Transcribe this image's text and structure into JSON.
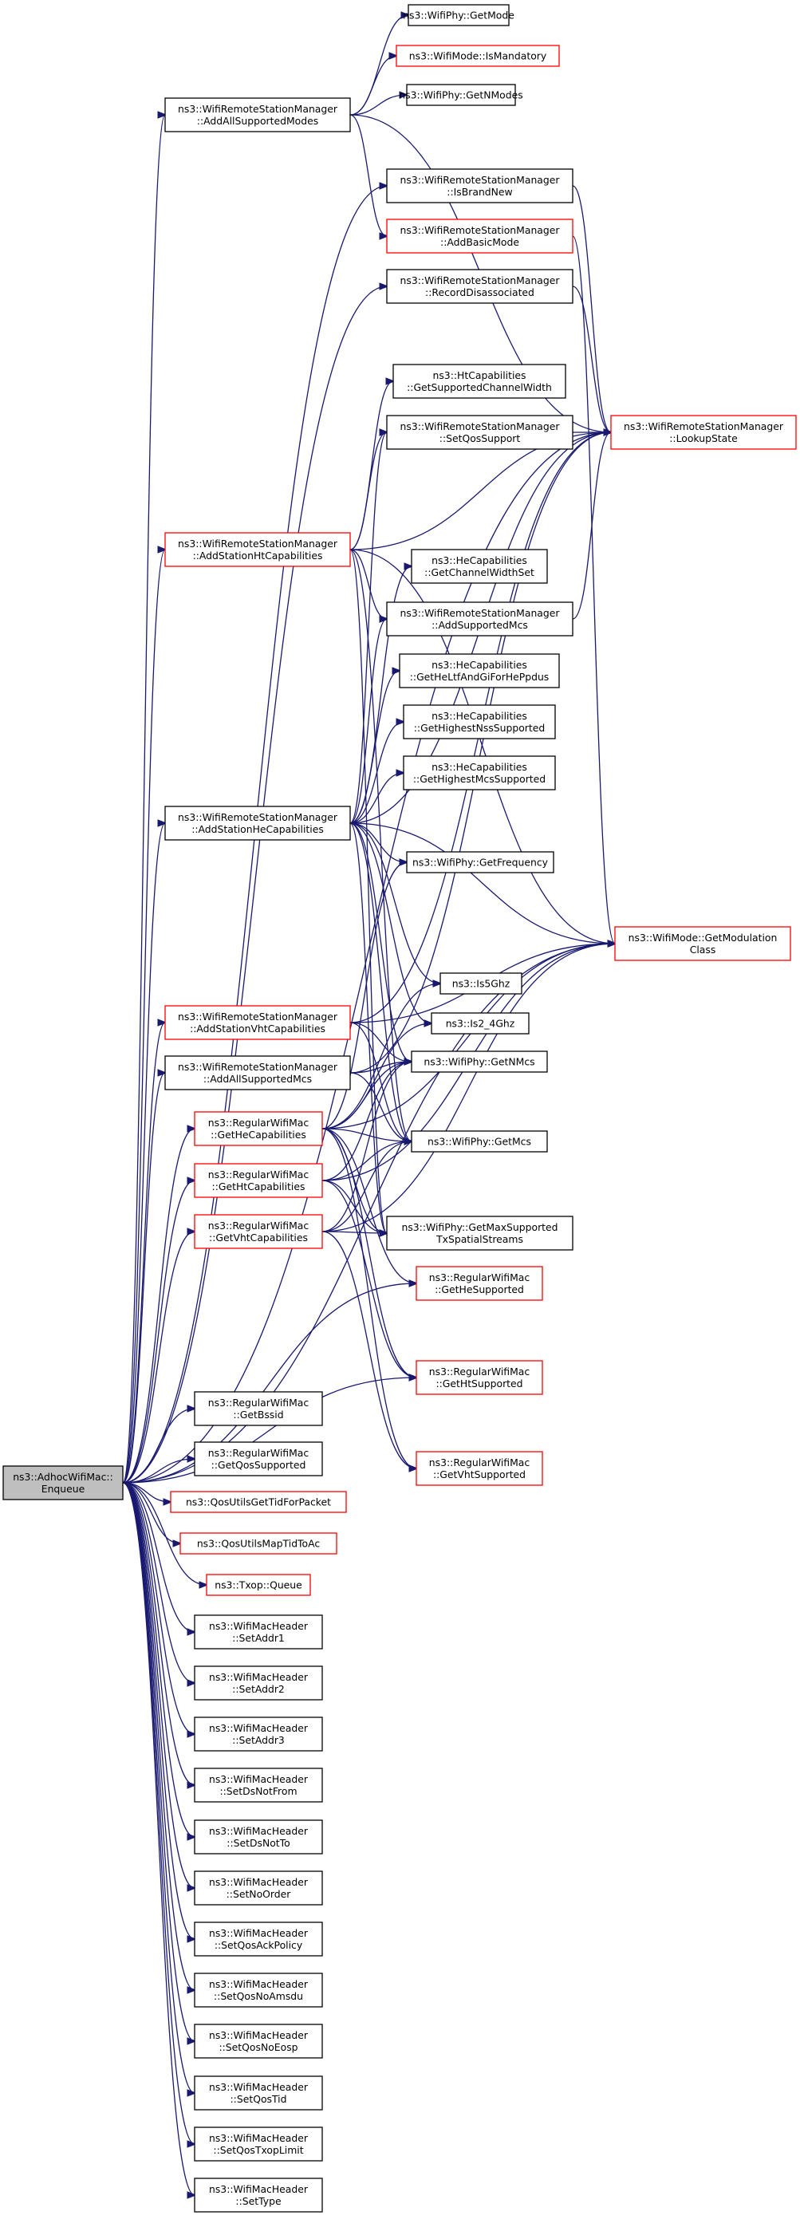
{
  "colors": {
    "edge": "#191970",
    "node_border": "#000000",
    "truncated_border": "#ff0000",
    "root_fill": "#bfbfbf",
    "node_fill": "#ffffff"
  },
  "nodes": [
    {
      "id": "root",
      "lines": [
        "ns3::AdhocWifiMac::",
        "Enqueue"
      ],
      "style": "root"
    },
    {
      "id": "addAllSupportedModes",
      "lines": [
        "ns3::WifiRemoteStationManager",
        "::AddAllSupportedModes"
      ],
      "style": "normal"
    },
    {
      "id": "getMode",
      "lines": [
        "ns3::WifiPhy::GetMode"
      ],
      "style": "normal"
    },
    {
      "id": "isMandatory",
      "lines": [
        "ns3::WifiMode::IsMandatory"
      ],
      "style": "truncated"
    },
    {
      "id": "getNModes",
      "lines": [
        "ns3::WifiPhy::GetNModes"
      ],
      "style": "normal"
    },
    {
      "id": "isBrandNew",
      "lines": [
        "ns3::WifiRemoteStationManager",
        "::IsBrandNew"
      ],
      "style": "normal"
    },
    {
      "id": "addBasicMode",
      "lines": [
        "ns3::WifiRemoteStationManager",
        "::AddBasicMode"
      ],
      "style": "truncated"
    },
    {
      "id": "recordDisassociated",
      "lines": [
        "ns3::WifiRemoteStationManager",
        "::RecordDisassociated"
      ],
      "style": "normal"
    },
    {
      "id": "getSupportedChannelWidth",
      "lines": [
        "ns3::HtCapabilities",
        "::GetSupportedChannelWidth"
      ],
      "style": "normal"
    },
    {
      "id": "setQosSupport",
      "lines": [
        "ns3::WifiRemoteStationManager",
        "::SetQosSupport"
      ],
      "style": "normal"
    },
    {
      "id": "lookupState",
      "lines": [
        "ns3::WifiRemoteStationManager",
        "::LookupState"
      ],
      "style": "truncated"
    },
    {
      "id": "addStationHtCapabilities",
      "lines": [
        "ns3::WifiRemoteStationManager",
        "::AddStationHtCapabilities"
      ],
      "style": "truncated"
    },
    {
      "id": "getChannelWidthSet",
      "lines": [
        "ns3::HeCapabilities",
        "::GetChannelWidthSet"
      ],
      "style": "normal"
    },
    {
      "id": "addSupportedMcs",
      "lines": [
        "ns3::WifiRemoteStationManager",
        "::AddSupportedMcs"
      ],
      "style": "normal"
    },
    {
      "id": "getHeLtf",
      "lines": [
        "ns3::HeCapabilities",
        "::GetHeLtfAndGiForHePpdus"
      ],
      "style": "normal"
    },
    {
      "id": "getHighestNss",
      "lines": [
        "ns3::HeCapabilities",
        "::GetHighestNssSupported"
      ],
      "style": "normal"
    },
    {
      "id": "getHighestMcs",
      "lines": [
        "ns3::HeCapabilities",
        "::GetHighestMcsSupported"
      ],
      "style": "normal"
    },
    {
      "id": "addStationHeCapabilities",
      "lines": [
        "ns3::WifiRemoteStationManager",
        "::AddStationHeCapabilities"
      ],
      "style": "normal"
    },
    {
      "id": "getFrequency",
      "lines": [
        "ns3::WifiPhy::GetFrequency"
      ],
      "style": "normal"
    },
    {
      "id": "getModulationClass",
      "lines": [
        "ns3::WifiMode::GetModulation",
        "Class"
      ],
      "style": "truncated"
    },
    {
      "id": "is5Ghz",
      "lines": [
        "ns3::Is5Ghz"
      ],
      "style": "normal"
    },
    {
      "id": "addStationVhtCapabilities",
      "lines": [
        "ns3::WifiRemoteStationManager",
        "::AddStationVhtCapabilities"
      ],
      "style": "truncated"
    },
    {
      "id": "is2_4Ghz",
      "lines": [
        "ns3::Is2_4Ghz"
      ],
      "style": "normal"
    },
    {
      "id": "addAllSupportedMcs",
      "lines": [
        "ns3::WifiRemoteStationManager",
        "::AddAllSupportedMcs"
      ],
      "style": "normal"
    },
    {
      "id": "getNMcs",
      "lines": [
        "ns3::WifiPhy::GetNMcs"
      ],
      "style": "normal"
    },
    {
      "id": "getHeCapabilities",
      "lines": [
        "ns3::RegularWifiMac",
        "::GetHeCapabilities"
      ],
      "style": "truncated"
    },
    {
      "id": "getMcs",
      "lines": [
        "ns3::WifiPhy::GetMcs"
      ],
      "style": "normal"
    },
    {
      "id": "getHtCapabilities",
      "lines": [
        "ns3::RegularWifiMac",
        "::GetHtCapabilities"
      ],
      "style": "truncated"
    },
    {
      "id": "getMaxSupportedTx",
      "lines": [
        "ns3::WifiPhy::GetMaxSupported",
        "TxSpatialStreams"
      ],
      "style": "normal"
    },
    {
      "id": "getVhtCapabilities",
      "lines": [
        "ns3::RegularWifiMac",
        "::GetVhtCapabilities"
      ],
      "style": "truncated"
    },
    {
      "id": "getHeSupported",
      "lines": [
        "ns3::RegularWifiMac",
        "::GetHeSupported"
      ],
      "style": "truncated"
    },
    {
      "id": "getHtSupported",
      "lines": [
        "ns3::RegularWifiMac",
        "::GetHtSupported"
      ],
      "style": "truncated"
    },
    {
      "id": "getBssid",
      "lines": [
        "ns3::RegularWifiMac",
        "::GetBssid"
      ],
      "style": "normal"
    },
    {
      "id": "getVhtSupported",
      "lines": [
        "ns3::RegularWifiMac",
        "::GetVhtSupported"
      ],
      "style": "truncated"
    },
    {
      "id": "getQosSupported",
      "lines": [
        "ns3::RegularWifiMac",
        "::GetQosSupported"
      ],
      "style": "normal"
    },
    {
      "id": "qosUtilsGetTid",
      "lines": [
        "ns3::QosUtilsGetTidForPacket"
      ],
      "style": "truncated"
    },
    {
      "id": "qosUtilsMapTid",
      "lines": [
        "ns3::QosUtilsMapTidToAc"
      ],
      "style": "truncated"
    },
    {
      "id": "txopQueue",
      "lines": [
        "ns3::Txop::Queue"
      ],
      "style": "truncated"
    },
    {
      "id": "setAddr1",
      "lines": [
        "ns3::WifiMacHeader",
        "::SetAddr1"
      ],
      "style": "normal"
    },
    {
      "id": "setAddr2",
      "lines": [
        "ns3::WifiMacHeader",
        "::SetAddr2"
      ],
      "style": "normal"
    },
    {
      "id": "setAddr3",
      "lines": [
        "ns3::WifiMacHeader",
        "::SetAddr3"
      ],
      "style": "normal"
    },
    {
      "id": "setDsNotFrom",
      "lines": [
        "ns3::WifiMacHeader",
        "::SetDsNotFrom"
      ],
      "style": "normal"
    },
    {
      "id": "setDsNotTo",
      "lines": [
        "ns3::WifiMacHeader",
        "::SetDsNotTo"
      ],
      "style": "normal"
    },
    {
      "id": "setNoOrder",
      "lines": [
        "ns3::WifiMacHeader",
        "::SetNoOrder"
      ],
      "style": "normal"
    },
    {
      "id": "setQosAckPolicy",
      "lines": [
        "ns3::WifiMacHeader",
        "::SetQosAckPolicy"
      ],
      "style": "normal"
    },
    {
      "id": "setQosNoAmsdu",
      "lines": [
        "ns3::WifiMacHeader",
        "::SetQosNoAmsdu"
      ],
      "style": "normal"
    },
    {
      "id": "setQosNoEosp",
      "lines": [
        "ns3::WifiMacHeader",
        "::SetQosNoEosp"
      ],
      "style": "normal"
    },
    {
      "id": "setQosTid",
      "lines": [
        "ns3::WifiMacHeader",
        "::SetQosTid"
      ],
      "style": "normal"
    },
    {
      "id": "setQosTxopLimit",
      "lines": [
        "ns3::WifiMacHeader",
        "::SetQosTxopLimit"
      ],
      "style": "normal"
    },
    {
      "id": "setType",
      "lines": [
        "ns3::WifiMacHeader",
        "::SetType"
      ],
      "style": "normal"
    }
  ],
  "edges": [
    [
      "root",
      "addAllSupportedModes"
    ],
    [
      "root",
      "isBrandNew"
    ],
    [
      "root",
      "recordDisassociated"
    ],
    [
      "root",
      "lookupState"
    ],
    [
      "root",
      "addStationHtCapabilities"
    ],
    [
      "root",
      "addStationHeCapabilities"
    ],
    [
      "root",
      "addStationVhtCapabilities"
    ],
    [
      "root",
      "addAllSupportedMcs"
    ],
    [
      "root",
      "getHeCapabilities"
    ],
    [
      "root",
      "getHtCapabilities"
    ],
    [
      "root",
      "getVhtCapabilities"
    ],
    [
      "root",
      "getHeSupported"
    ],
    [
      "root",
      "getHtSupported"
    ],
    [
      "root",
      "getModulationClass"
    ],
    [
      "root",
      "getBssid"
    ],
    [
      "root",
      "getQosSupported"
    ],
    [
      "root",
      "qosUtilsGetTid"
    ],
    [
      "root",
      "qosUtilsMapTid"
    ],
    [
      "root",
      "txopQueue"
    ],
    [
      "root",
      "setAddr1"
    ],
    [
      "root",
      "setAddr2"
    ],
    [
      "root",
      "setAddr3"
    ],
    [
      "root",
      "setDsNotFrom"
    ],
    [
      "root",
      "setDsNotTo"
    ],
    [
      "root",
      "setNoOrder"
    ],
    [
      "root",
      "setQosAckPolicy"
    ],
    [
      "root",
      "setQosNoAmsdu"
    ],
    [
      "root",
      "setQosNoEosp"
    ],
    [
      "root",
      "setQosTid"
    ],
    [
      "root",
      "setQosTxopLimit"
    ],
    [
      "root",
      "setType"
    ],
    [
      "addAllSupportedModes",
      "getMode"
    ],
    [
      "addAllSupportedModes",
      "isMandatory"
    ],
    [
      "addAllSupportedModes",
      "getNModes"
    ],
    [
      "addAllSupportedModes",
      "addBasicMode"
    ],
    [
      "addAllSupportedModes",
      "lookupState"
    ],
    [
      "isBrandNew",
      "lookupState"
    ],
    [
      "addBasicMode",
      "getModulationClass"
    ],
    [
      "recordDisassociated",
      "lookupState"
    ],
    [
      "setQosSupport",
      "lookupState"
    ],
    [
      "addStationHtCapabilities",
      "getSupportedChannelWidth"
    ],
    [
      "addStationHtCapabilities",
      "setQosSupport"
    ],
    [
      "addStationHtCapabilities",
      "lookupState"
    ],
    [
      "addStationHtCapabilities",
      "addSupportedMcs"
    ],
    [
      "addStationHtCapabilities",
      "getModulationClass"
    ],
    [
      "addStationHtCapabilities",
      "getMcs"
    ],
    [
      "addStationHtCapabilities",
      "getMaxSupportedTx"
    ],
    [
      "addSupportedMcs",
      "lookupState"
    ],
    [
      "addStationHeCapabilities",
      "getChannelWidthSet"
    ],
    [
      "addStationHeCapabilities",
      "addSupportedMcs"
    ],
    [
      "addStationHeCapabilities",
      "getHeLtf"
    ],
    [
      "addStationHeCapabilities",
      "getHighestNss"
    ],
    [
      "addStationHeCapabilities",
      "getHighestMcs"
    ],
    [
      "addStationHeCapabilities",
      "getFrequency"
    ],
    [
      "addStationHeCapabilities",
      "getModulationClass"
    ],
    [
      "addStationHeCapabilities",
      "is5Ghz"
    ],
    [
      "addStationHeCapabilities",
      "is2_4Ghz"
    ],
    [
      "addStationHeCapabilities",
      "getNMcs"
    ],
    [
      "addStationHeCapabilities",
      "getMcs"
    ],
    [
      "addStationHeCapabilities",
      "getMaxSupportedTx"
    ],
    [
      "addStationHeCapabilities",
      "setQosSupport"
    ],
    [
      "addStationHeCapabilities",
      "lookupState"
    ],
    [
      "addStationVhtCapabilities",
      "lookupState"
    ],
    [
      "addStationVhtCapabilities",
      "getModulationClass"
    ],
    [
      "addStationVhtCapabilities",
      "getNMcs"
    ],
    [
      "addStationVhtCapabilities",
      "getMcs"
    ],
    [
      "addAllSupportedMcs",
      "getNMcs"
    ],
    [
      "addAllSupportedMcs",
      "getMcs"
    ],
    [
      "addAllSupportedMcs",
      "lookupState"
    ],
    [
      "getHeCapabilities",
      "getFrequency"
    ],
    [
      "getHeCapabilities",
      "is5Ghz"
    ],
    [
      "getHeCapabilities",
      "is2_4Ghz"
    ],
    [
      "getHeCapabilities",
      "getNMcs"
    ],
    [
      "getHeCapabilities",
      "getMcs"
    ],
    [
      "getHeCapabilities",
      "getMaxSupportedTx"
    ],
    [
      "getHeCapabilities",
      "getHeSupported"
    ],
    [
      "getHeCapabilities",
      "getHtSupported"
    ],
    [
      "getHeCapabilities",
      "getVhtSupported"
    ],
    [
      "getHeCapabilities",
      "getModulationClass"
    ],
    [
      "getHtCapabilities",
      "getNMcs"
    ],
    [
      "getHtCapabilities",
      "getMcs"
    ],
    [
      "getHtCapabilities",
      "getMaxSupportedTx"
    ],
    [
      "getHtCapabilities",
      "getHtSupported"
    ],
    [
      "getHtCapabilities",
      "getModulationClass"
    ],
    [
      "getVhtCapabilities",
      "getNMcs"
    ],
    [
      "getVhtCapabilities",
      "getMcs"
    ],
    [
      "getVhtCapabilities",
      "getMaxSupportedTx"
    ],
    [
      "getVhtCapabilities",
      "getVhtSupported"
    ],
    [
      "getVhtCapabilities",
      "getModulationClass"
    ]
  ]
}
